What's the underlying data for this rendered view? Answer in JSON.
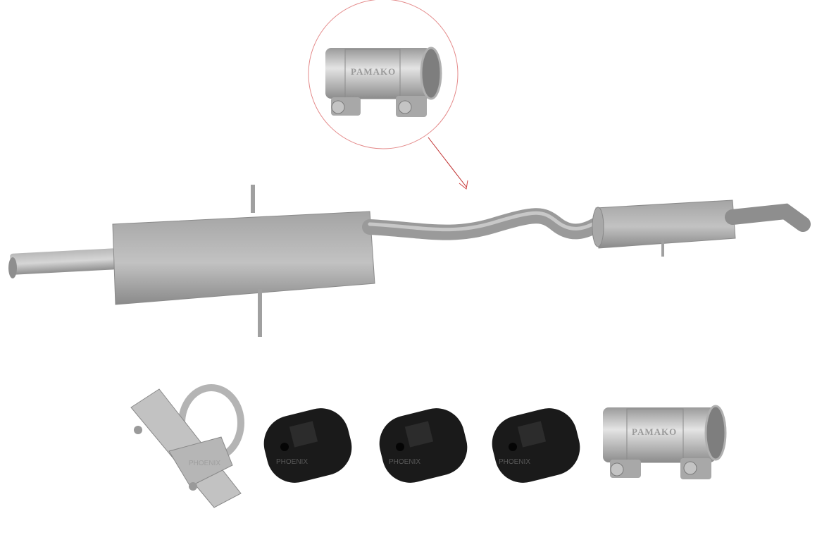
{
  "scene": {
    "description": "Exhaust system kit product photo",
    "background": "#ffffff"
  },
  "callout": {
    "circle_color": "#e07070",
    "arrow_color": "#c03030",
    "item": "pipe-connector",
    "brand_text": "PAMAKO"
  },
  "exhaust": {
    "front_muffler": "front-muffler",
    "middle_pipe": "middle-pipe",
    "rear_muffler": "rear-muffler",
    "tailpipe": "tailpipe",
    "metal_color": "#9c9c9c"
  },
  "accessories": {
    "items": [
      {
        "name": "u-bolt-clamp",
        "watermark": "PHOENIX"
      },
      {
        "name": "rubber-hanger",
        "watermark": "PHOENIX"
      },
      {
        "name": "rubber-hanger",
        "watermark": "PHOENIX"
      },
      {
        "name": "rubber-hanger",
        "watermark": "PHOENIX"
      },
      {
        "name": "pipe-connector",
        "brand_text": "PAMAKO"
      }
    ]
  }
}
